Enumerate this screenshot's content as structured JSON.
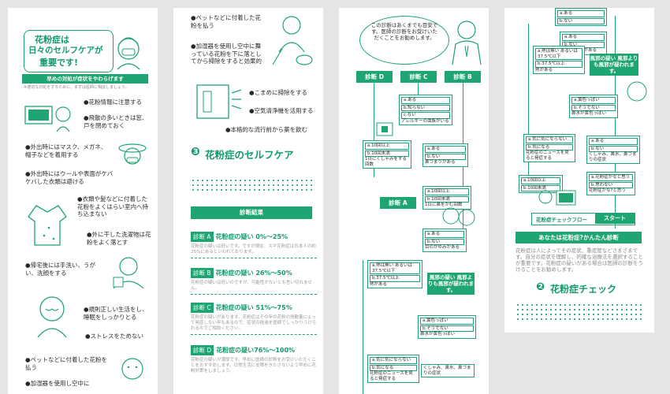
{
  "panel1": {
    "title_line1": "花粉症は",
    "title_line2": "日々のセルフケアが",
    "title_line3": "重要です!",
    "subtitle_bar": "早めの対処が症状をやわらげます",
    "note": "※適切な対処をするために、まずは医師に相談しましょう。",
    "tips": [
      "●花粉情報に注意する",
      "●飛散の多いときは窓、戸を閉めておく",
      "●外出時にはマスク、メガネ、帽子などを着用する",
      "●外出時にはウールや表面がケバケバした衣類は避ける",
      "●衣類や髪などに付着した花粉をよくはらい室内へ持ち込まない",
      "●外に干した洗濯物は花粉をよく落とす",
      "●帰宅後には手洗い、うがい、洗顔をする",
      "●規則正しい生活をし、睡眠をしっかりとる",
      "●ストレスをためない",
      "●ペットなどに付着した花粉を払う",
      "●加湿器を使用し空中に"
    ]
  },
  "panel2": {
    "tips_top": [
      "●ペットなどに付着した花粉を払う",
      "●加湿器を使用し空中に舞っている花粉を下に落としてから掃除をすると効果的",
      "●こまめに掃除をする",
      "●空気清浄機を活用する",
      "●本格的な流行前から薬を飲む"
    ],
    "section_number": "❸",
    "section_title": "花粉症のセルフケア",
    "results_header": "診断結果",
    "results": [
      {
        "label": "診断 A",
        "title": "花粉症の疑い 0%〜25%",
        "body": "花粉症の疑いは低いです。ですが現在、スギ花粉症は日本人の約25%にあるといわれております。"
      },
      {
        "label": "診断 B",
        "title": "花粉症の疑い 26%〜50%",
        "body": "花粉症の疑いは低いのですが、可能性がないとも言い切れません。"
      },
      {
        "label": "診断 C",
        "title": "花粉症の疑い 51%〜75%",
        "body": "花粉症の疑いがあります。花粉症はその年の花粉の飛散量によって発症しない年もあるので、症状の経過を医師でしっかりうけられるのでご相談ください。"
      },
      {
        "label": "診断 D",
        "title": "花粉症の疑い76%〜100%",
        "body": "花粉症の疑いが濃厚です。早めに医師の診断をお受けいただくことをおすすめします。日常生活に支障をきたさないよう早めに花粉対策をしましょう。"
      }
    ]
  },
  "panel3": {
    "speech": "この診断はあくまでも目安です。医師の診断をお受けいただくことをお勧めします。",
    "diag_d": "診断 D",
    "diag_c": "診断 C",
    "diag_b": "診断 B",
    "diag_a": "診断 A",
    "q_allergy": "アレルギーの血族がいる",
    "q_allergy_opts": [
      "a.ある",
      "b.知らない",
      "c.ない"
    ],
    "q_sneeze": "1日にくしゃみをする回数",
    "q_sneeze_opts": [
      "a.10回以上",
      "b.10回未満"
    ],
    "q_nose": "鼻づまりがある",
    "q_nose_opts": [
      "a.ある",
      "b.ない"
    ],
    "q_sneeze2": "1日に鼻をかむ回数",
    "q_sneeze2_opts": [
      "a.10回以上",
      "b.10回未満"
    ],
    "q_itch": "目のかゆみがある",
    "q_itch_opts": [
      "a.ある",
      "b.ない"
    ],
    "q_fever": "熱がある",
    "q_fever_opts": [
      "a.熱は無い あるいは37.5℃以下",
      "b.37.5℃以上"
    ],
    "highlight": "風邪の疑い 風邪よりも風邪が疑われます。",
    "q_water": "鼻水が黄色っぽい",
    "q_water_opts": [
      "a.黄色っぽい",
      "b.そうでない"
    ],
    "q_news": "花粉症のニュースを見ると発症する",
    "q_news_opts": [
      "a.気に気にならない",
      "b.気になる"
    ],
    "q_sneeze_water": "くしゃみ、鼻水、鼻づまりの症状"
  },
  "panel4": {
    "top_opts": [
      "a.ある",
      "b.ない"
    ],
    "q_itch": "目のかゆみがある",
    "q_fever": "熱がある",
    "q_fever_opts": [
      "a.熱は無い あるいは37.5℃以下",
      "b.37.5℃以上"
    ],
    "highlight": "風邪の疑い 風邪よりも風邪が疑われます。",
    "q_water": "鼻水が黄色っぽい",
    "q_water_opts": [
      "a.黄色っぽい",
      "b.そうでない"
    ],
    "q_news": "花粉症のニュースを見ると発症する",
    "q_news_opts": [
      "a.気に気にならない",
      "b.気になる"
    ],
    "q_sneeze": "くしゃみ、鼻水、鼻づまりの症状",
    "q_sneeze_opts": [
      "a.ある",
      "b.ない"
    ],
    "q_self": "花粉症かな?と思う",
    "q_self_opts": [
      "a.花粉症かなと思う",
      "b.思わない"
    ],
    "count_opts": [
      "a.10回以上",
      "b.10回未満"
    ],
    "flow_label": "花粉症チェックフロー",
    "start_label": "スタート",
    "question": "あなたは花粉症?かんたん診断",
    "body": "花粉症は人によってその症状、重症度などさまざまです。自分の症状を理解し、的確な治療法を選択することが重要です。花粉症の疑いがある場合は医師の診断をうけることをお勧めします。",
    "section_number": "❷",
    "section_title": "花粉症チェック"
  },
  "colors": {
    "accent": "#1ea572",
    "text_green": "#139a6a",
    "background": "#e5e5e5"
  }
}
